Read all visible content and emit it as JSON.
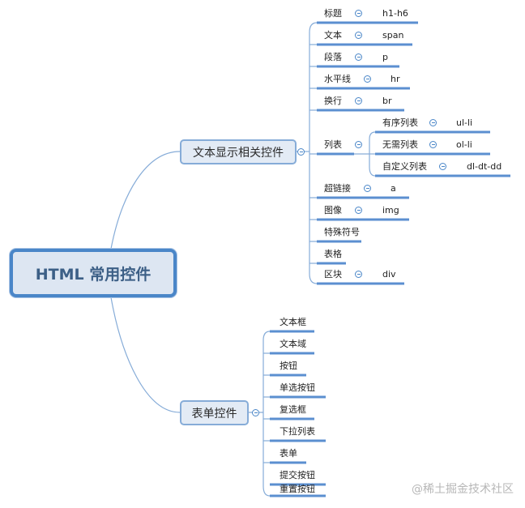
{
  "root": {
    "label": "HTML 常用控件"
  },
  "text_branch": {
    "label": "文本显示相关控件",
    "items": [
      {
        "label": "标题",
        "value": "h1-h6"
      },
      {
        "label": "文本",
        "value": "span"
      },
      {
        "label": "段落",
        "value": "p"
      },
      {
        "label": "水平线",
        "value": "hr"
      },
      {
        "label": "换行",
        "value": "br"
      },
      {
        "label": "列表",
        "children": [
          {
            "label": "有序列表",
            "value": "ul-li"
          },
          {
            "label": "无需列表",
            "value": "ol-li"
          },
          {
            "label": "自定义列表",
            "value": "dl-dt-dd"
          }
        ]
      },
      {
        "label": "超链接",
        "value": "a"
      },
      {
        "label": "图像",
        "value": "img"
      },
      {
        "label": "特殊符号"
      },
      {
        "label": "表格"
      },
      {
        "label": "区块",
        "value": "div"
      }
    ]
  },
  "form_branch": {
    "label": "表单控件",
    "items": [
      {
        "label": "文本框"
      },
      {
        "label": "文本域"
      },
      {
        "label": "按钮"
      },
      {
        "label": "单选按钮"
      },
      {
        "label": "复选框"
      },
      {
        "label": "下拉列表"
      },
      {
        "label": "表单"
      },
      {
        "label": "提交按钮"
      },
      {
        "label": "重置按钮"
      }
    ]
  },
  "watermark": "@稀土掘金技术社区",
  "colors": {
    "line": "#4a86c8",
    "underline": "#5b8fd0",
    "node_fill": "#e3ebf5",
    "root_fill": "#dde6f2"
  }
}
